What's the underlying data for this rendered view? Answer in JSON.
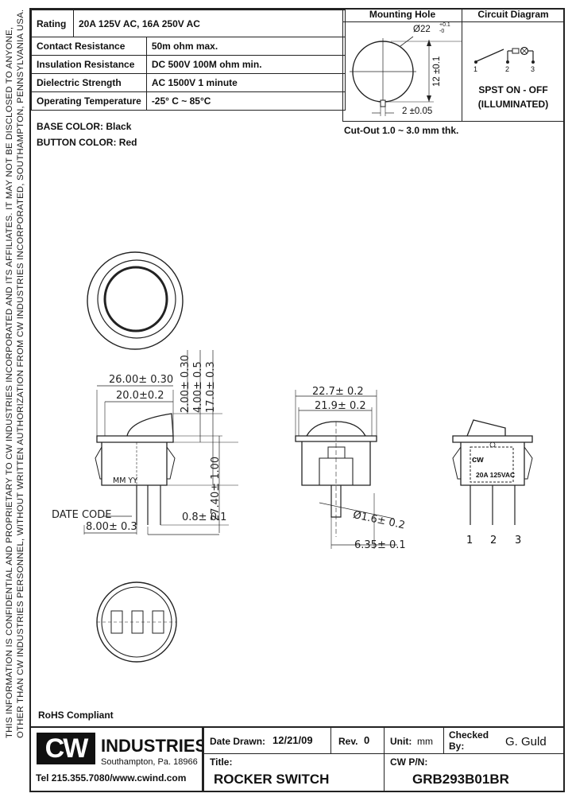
{
  "confidentiality_notice": [
    "THIS INFORMATION IS CONFIDENTIAL AND PROPRIETARY TO CW INDUSTRIES INCORPORATED AND ITS AFFILIATES.  IT MAY NOT BE DISCLOSED TO ANYONE,",
    "OTHER THAN CW INDUSTRIES PERSONNEL, WITHOUT WRITTEN AUTHORIZATION FROM CW INDUSTRIES INCORPORATED, SOUTHAMPTON, PENNSYLVANIA USA."
  ],
  "specs": [
    {
      "label": "Rating",
      "value": "20A 125V AC, 16A 250V AC"
    },
    {
      "label": "Contact Resistance",
      "value": "50m ohm max."
    },
    {
      "label": "Insulation Resistance",
      "value": "DC 500V 100M ohm min."
    },
    {
      "label": "Dielectric Strength",
      "value": "AC 1500V  1  minute"
    },
    {
      "label": "Operating Temperature",
      "value": "-25° C ~ 85°C"
    }
  ],
  "colors": {
    "base_label": "BASE COLOR:",
    "base_value": "Black",
    "button_label": "BUTTON COLOR:",
    "button_value": "Red"
  },
  "mounting_hole": {
    "header": "Mounting Hole",
    "diameter": "Ø22",
    "tol_plus": "+0.1",
    "tol_minus": "-0",
    "height": "12 ±0.1",
    "width": "2 ±0.05",
    "cutout": "Cut-Out 1.0  ~ 3.0 mm thk."
  },
  "circuit": {
    "header": "Circuit Diagram",
    "pins": [
      "1",
      "2",
      "3"
    ],
    "type": "SPST  ON - OFF",
    "note": "(ILLUMINATED)"
  },
  "drawing": {
    "dims_side": [
      "26.00± 0.30",
      "20.0±0.2",
      "2.00± 0.30",
      "4.00± 0.5",
      "17.0± 0.3",
      "27.40± 1.00",
      "8.00± 0.3",
      "0.8± 0.1"
    ],
    "date_code_label": "DATE CODE",
    "mmyy": "MM YY",
    "dims_front": [
      "22.7± 0.2",
      "21.9± 0.2",
      "Ø1.6± 0.2",
      "6.35± 0.1"
    ],
    "label_logo": "cw",
    "label_rating": "20A 125VAC",
    "pin_numbers": [
      "1",
      "2",
      "3"
    ]
  },
  "rohs": "RoHS Compliant",
  "company": {
    "logo": "CW",
    "name": "INDUSTRIES",
    "address": "Southampton, Pa. 18966",
    "contact": "Tel 215.355.7080/www.cwind.com"
  },
  "title_block": {
    "date_label": "Date Drawn:",
    "date_value": "12/21/09",
    "rev_label": "Rev.",
    "rev_value": "0",
    "unit_label": "Unit:",
    "unit_value": "mm",
    "checked_label_1": "Checked",
    "checked_label_2": "By:",
    "checked_value": "G. Guld",
    "title_label": "Title:",
    "title_value": "ROCKER SWITCH",
    "pn_label": "CW P/N:",
    "pn_value": "GRB293B01BR"
  }
}
